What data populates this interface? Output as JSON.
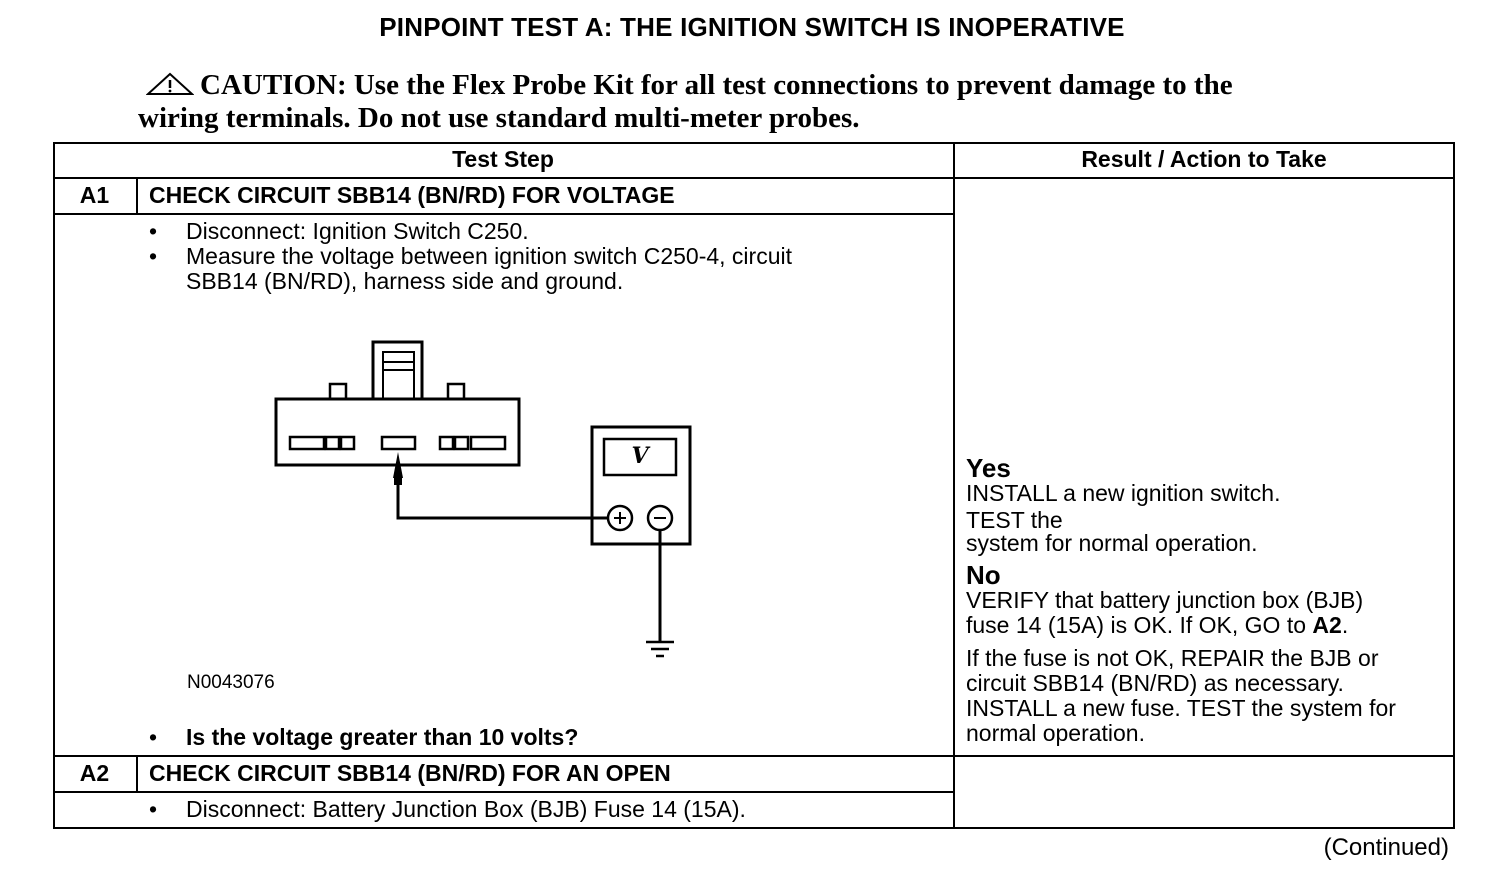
{
  "title": "PINPOINT TEST  A: THE IGNITION SWITCH IS INOPERATIVE",
  "caution": {
    "icon": "warning-triangle-icon",
    "line1": "CAUTION: Use the Flex Probe Kit for all test connections to prevent damage to the",
    "line2": "wiring terminals. Do not use standard multi-meter probes."
  },
  "table": {
    "header_test_step": "Test Step",
    "header_result": "Result / Action to Take",
    "steps": [
      {
        "id": "A1",
        "title": "CHECK CIRCUIT SBB14 (BN/RD) FOR VOLTAGE",
        "bullet1": "Disconnect: Ignition Switch C250.",
        "bullet2_line1": "Measure the voltage between ignition switch C250-4, circuit",
        "bullet2_line2": "SBB14 (BN/RD), harness side and ground.",
        "figure_id": "N0043076",
        "figure_meter_label": "V",
        "question": "Is the voltage greater than 10 volts?",
        "result": {
          "yes_label": "Yes",
          "yes_line1": "INSTALL a new ignition switch.",
          "yes_line2": "TEST the",
          "yes_line3": "system for normal operation.",
          "no_label": "No",
          "no_line1": "VERIFY that battery junction box (BJB)",
          "no_line2_prefix": "fuse 14 (15A) is OK. If OK, GO to ",
          "no_line2_link": "A2",
          "no_line2_suffix": ".",
          "no_line3": "If the fuse is not OK, REPAIR the BJB or",
          "no_line4": "circuit SBB14 (BN/RD) as necessary.",
          "no_line5": "INSTALL a new fuse. TEST the system for",
          "no_line6": "normal operation."
        }
      },
      {
        "id": "A2",
        "title": "CHECK CIRCUIT SBB14 (BN/RD) FOR AN OPEN",
        "bullet1": "Disconnect: Battery Junction Box (BJB) Fuse 14 (15A)."
      }
    ]
  },
  "continued": "(Continued)"
}
